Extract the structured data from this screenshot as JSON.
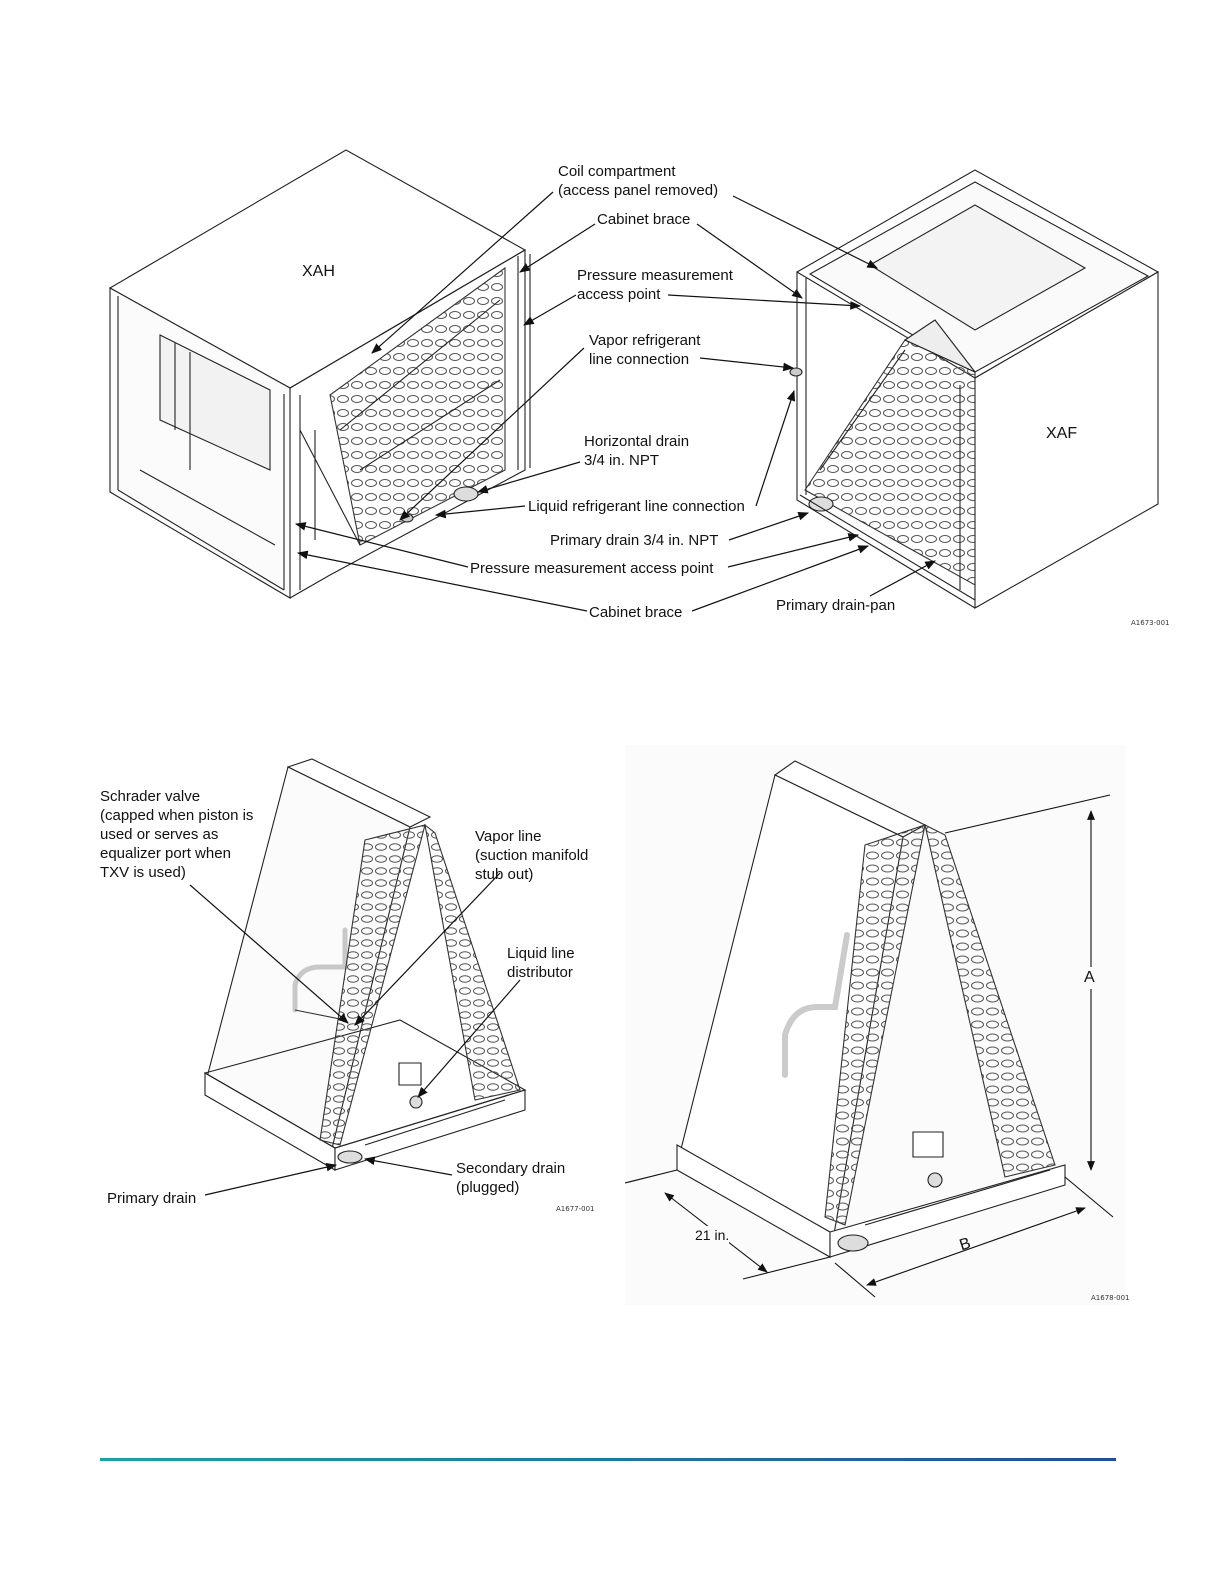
{
  "colors": {
    "footer_left": "#1ba3a0",
    "footer_right": "#1f4f9a",
    "line": "#1a1a1a"
  },
  "figure1": {
    "unit_left": "XAH",
    "unit_right": "XAF",
    "callouts": {
      "coil_compartment": "Coil compartment\n(access panel removed)",
      "cabinet_brace_top": "Cabinet brace",
      "pressure_access_top": "Pressure measurement\naccess point",
      "vapor_connection": "Vapor refrigerant\nline connection",
      "horizontal_drain": "Horizontal drain\n3/4 in. NPT",
      "liquid_connection": "Liquid refrigerant line connection",
      "primary_drain": "Primary drain 3/4 in. NPT",
      "pressure_access_bottom": "Pressure measurement access point",
      "cabinet_brace_bottom": "Cabinet brace",
      "primary_drain_pan": "Primary drain-pan"
    },
    "code": "A1673-001"
  },
  "figure2": {
    "callouts": {
      "schrader_valve": "Schrader valve\n(capped when piston is\nused or serves as\nequalizer port when\nTXV is used)",
      "vapor_line": "Vapor line\n(suction manifold\nstub out)",
      "liquid_distributor": "Liquid line\ndistributor",
      "primary_drain": "Primary drain",
      "secondary_drain": "Secondary drain\n(plugged)"
    },
    "code": "A1677-001"
  },
  "figure3": {
    "dim_a": "A",
    "dim_b": "B",
    "dim_depth": "21 in.",
    "code": "A1678-001"
  }
}
